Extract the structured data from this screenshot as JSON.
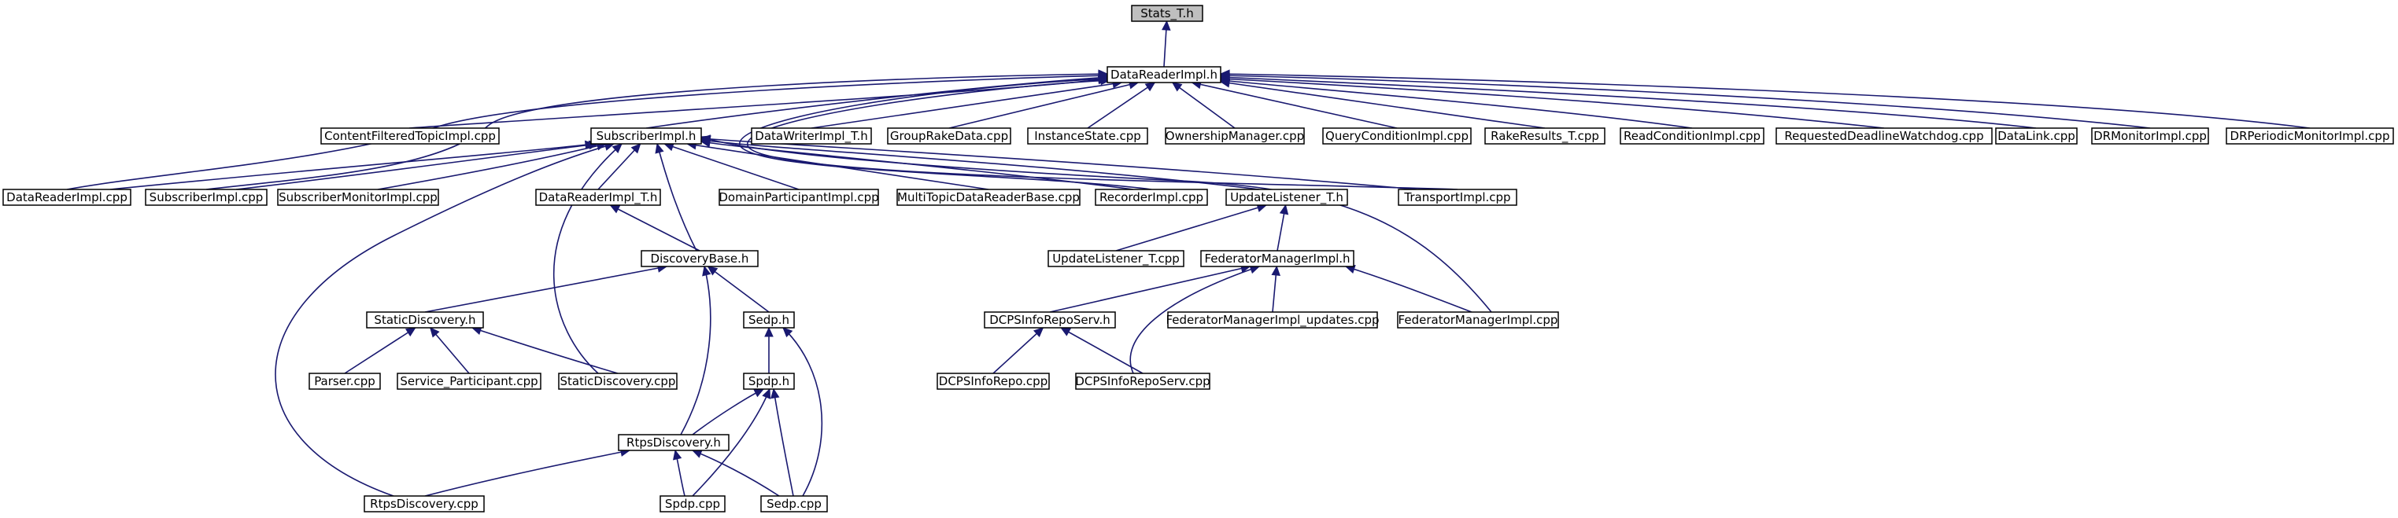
{
  "nodes": [
    {
      "id": "stats",
      "label": "Stats_T.h",
      "root": true
    },
    {
      "id": "dri_h",
      "label": "DataReaderImpl.h"
    },
    {
      "id": "cft",
      "label": "ContentFilteredTopicImpl.cpp"
    },
    {
      "id": "subimpl_h",
      "label": "SubscriberImpl.h"
    },
    {
      "id": "dwi",
      "label": "DataWriterImpl_T.h"
    },
    {
      "id": "grd",
      "label": "GroupRakeData.cpp"
    },
    {
      "id": "inst",
      "label": "InstanceState.cpp"
    },
    {
      "id": "own",
      "label": "OwnershipManager.cpp"
    },
    {
      "id": "qci",
      "label": "QueryConditionImpl.cpp"
    },
    {
      "id": "rake",
      "label": "RakeResults_T.cpp"
    },
    {
      "id": "rci",
      "label": "ReadConditionImpl.cpp"
    },
    {
      "id": "rdw",
      "label": "RequestedDeadlineWatchdog.cpp"
    },
    {
      "id": "dlink",
      "label": "DataLink.cpp"
    },
    {
      "id": "drmon",
      "label": "DRMonitorImpl.cpp"
    },
    {
      "id": "drper",
      "label": "DRPeriodicMonitorImpl.cpp"
    },
    {
      "id": "dri_cpp",
      "label": "DataReaderImpl.cpp"
    },
    {
      "id": "subimpl_cpp",
      "label": "SubscriberImpl.cpp"
    },
    {
      "id": "submon",
      "label": "SubscriberMonitorImpl.cpp"
    },
    {
      "id": "drit",
      "label": "DataReaderImpl_T.h"
    },
    {
      "id": "dpi",
      "label": "DomainParticipantImpl.cpp"
    },
    {
      "id": "mtdr",
      "label": "MultiTopicDataReaderBase.cpp"
    },
    {
      "id": "rec",
      "label": "RecorderImpl.cpp"
    },
    {
      "id": "ulh",
      "label": "UpdateListener_T.h"
    },
    {
      "id": "trans",
      "label": "TransportImpl.cpp"
    },
    {
      "id": "ulcpp",
      "label": "UpdateListener_T.cpp"
    },
    {
      "id": "fmh",
      "label": "FederatorManagerImpl.h"
    },
    {
      "id": "disc",
      "label": "DiscoveryBase.h"
    },
    {
      "id": "sdh",
      "label": "StaticDiscovery.h"
    },
    {
      "id": "sedph",
      "label": "Sedp.h"
    },
    {
      "id": "dirsh",
      "label": "DCPSInfoRepoServ.h"
    },
    {
      "id": "fmu",
      "label": "FederatorManagerImpl_updates.cpp"
    },
    {
      "id": "fmcpp",
      "label": "FederatorManagerImpl.cpp"
    },
    {
      "id": "parser",
      "label": "Parser.cpp"
    },
    {
      "id": "svc",
      "label": "Service_Participant.cpp"
    },
    {
      "id": "sdcpp",
      "label": "StaticDiscovery.cpp"
    },
    {
      "id": "spdph",
      "label": "Spdp.h"
    },
    {
      "id": "dir",
      "label": "DCPSInfoRepo.cpp"
    },
    {
      "id": "dirs",
      "label": "DCPSInfoRepoServ.cpp"
    },
    {
      "id": "rtpsh",
      "label": "RtpsDiscovery.h"
    },
    {
      "id": "rtpscpp",
      "label": "RtpsDiscovery.cpp"
    },
    {
      "id": "spdpcpp",
      "label": "Spdp.cpp"
    },
    {
      "id": "sedpcpp",
      "label": "Sedp.cpp"
    }
  ],
  "edges": [
    [
      "dri_h",
      "stats"
    ],
    [
      "cft",
      "dri_h"
    ],
    [
      "subimpl_h",
      "dri_h"
    ],
    [
      "dwi",
      "dri_h"
    ],
    [
      "grd",
      "dri_h"
    ],
    [
      "inst",
      "dri_h"
    ],
    [
      "own",
      "dri_h"
    ],
    [
      "qci",
      "dri_h"
    ],
    [
      "rake",
      "dri_h"
    ],
    [
      "rci",
      "dri_h"
    ],
    [
      "rdw",
      "dri_h"
    ],
    [
      "dlink",
      "dri_h"
    ],
    [
      "drmon",
      "dri_h"
    ],
    [
      "drper",
      "dri_h"
    ],
    [
      "dri_cpp",
      "dri_h"
    ],
    [
      "subimpl_cpp",
      "dri_h"
    ],
    [
      "rec",
      "dri_h"
    ],
    [
      "trans",
      "dri_h"
    ],
    [
      "dri_cpp",
      "subimpl_h"
    ],
    [
      "subimpl_cpp",
      "subimpl_h"
    ],
    [
      "submon",
      "subimpl_h"
    ],
    [
      "drit",
      "subimpl_h"
    ],
    [
      "dpi",
      "subimpl_h"
    ],
    [
      "mtdr",
      "subimpl_h"
    ],
    [
      "rec",
      "subimpl_h"
    ],
    [
      "ulh",
      "subimpl_h"
    ],
    [
      "trans",
      "subimpl_h"
    ],
    [
      "disc",
      "subimpl_h"
    ],
    [
      "sdcpp",
      "subimpl_h"
    ],
    [
      "rtpscpp",
      "subimpl_h"
    ],
    [
      "fmcpp",
      "subimpl_h"
    ],
    [
      "disc",
      "drit"
    ],
    [
      "ulcpp",
      "ulh"
    ],
    [
      "fmh",
      "ulh"
    ],
    [
      "sdh",
      "disc"
    ],
    [
      "sedph",
      "disc"
    ],
    [
      "rtpsh",
      "disc"
    ],
    [
      "dirsh",
      "fmh"
    ],
    [
      "fmu",
      "fmh"
    ],
    [
      "fmcpp",
      "fmh"
    ],
    [
      "dirs",
      "fmh"
    ],
    [
      "parser",
      "sdh"
    ],
    [
      "svc",
      "sdh"
    ],
    [
      "sdcpp",
      "sdh"
    ],
    [
      "spdph",
      "sedph"
    ],
    [
      "sedpcpp",
      "sedph"
    ],
    [
      "dir",
      "dirsh"
    ],
    [
      "dirs",
      "dirsh"
    ],
    [
      "rtpsh",
      "spdph"
    ],
    [
      "spdpcpp",
      "spdph"
    ],
    [
      "sedpcpp",
      "spdph"
    ],
    [
      "rtpscpp",
      "rtpsh"
    ],
    [
      "spdpcpp",
      "rtpsh"
    ],
    [
      "sedpcpp",
      "rtpsh"
    ]
  ]
}
